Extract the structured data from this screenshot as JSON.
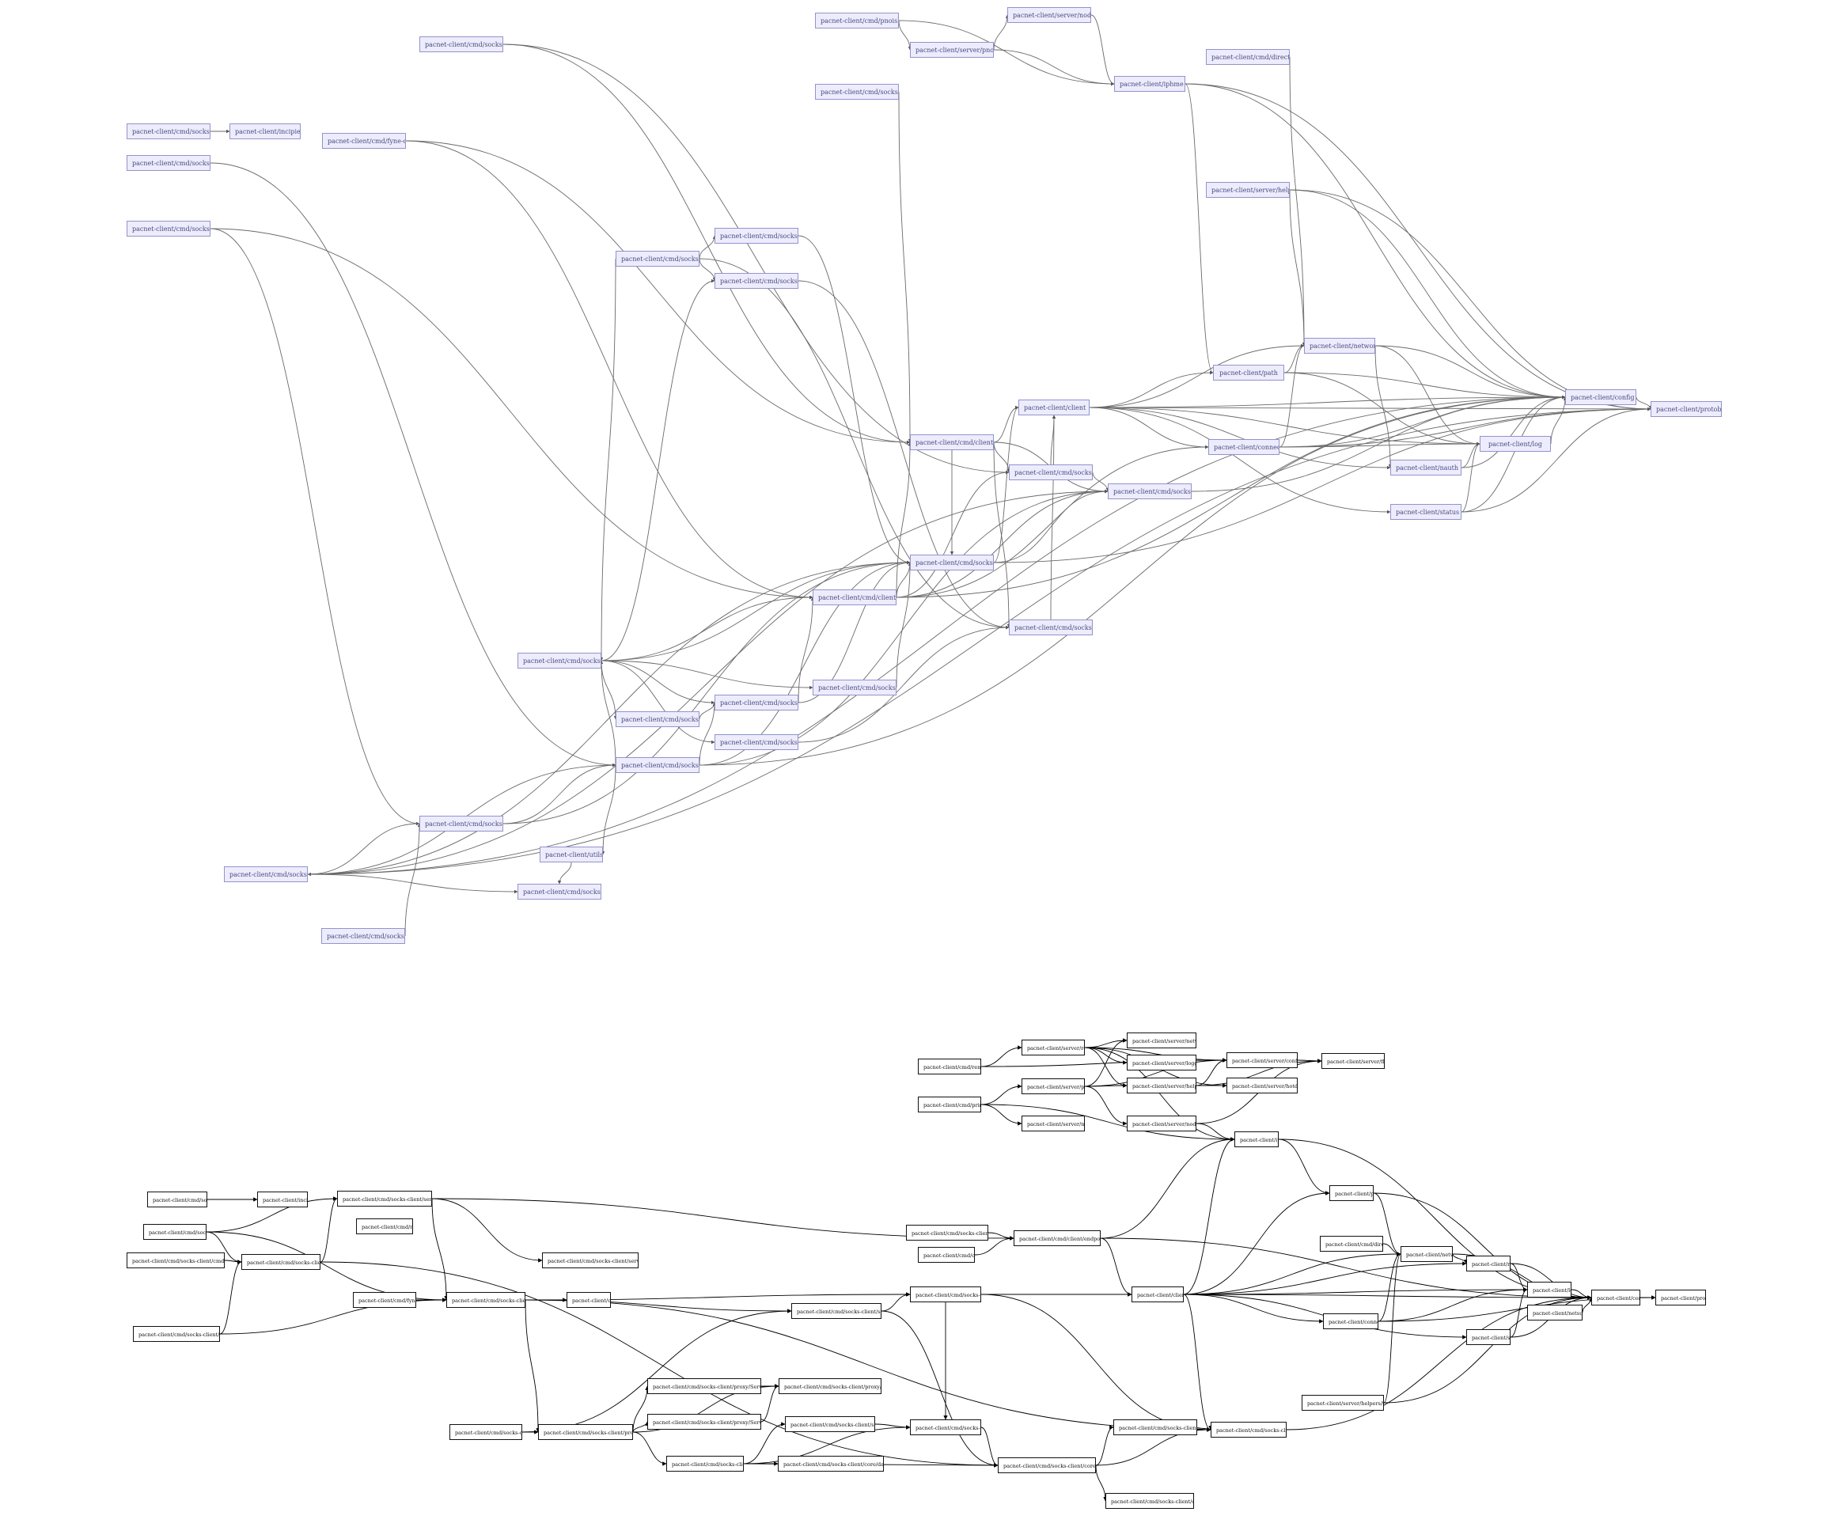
{
  "top_graph": {
    "nodes": [
      {
        "id": "t1",
        "label": "pacnet-client/cmd/socks-c"
      },
      {
        "id": "t2",
        "label": "pacnet-client/cmd/pnoisle"
      },
      {
        "id": "t3",
        "label": "pacnet-client/server/node"
      },
      {
        "id": "t4",
        "label": "pacnet-client/server/pnois"
      },
      {
        "id": "t5",
        "label": "pacnet-client/cmd/socks-c"
      },
      {
        "id": "t6",
        "label": "pacnet-client/iphme"
      },
      {
        "id": "t7",
        "label": "pacnet-client/cmd/directns"
      },
      {
        "id": "t8",
        "label": "pacnet-client/cmd/socksbe"
      },
      {
        "id": "t9",
        "label": "pacnet-client/incipient"
      },
      {
        "id": "t10",
        "label": "pacnet-client/cmd/fyne-cli"
      },
      {
        "id": "t11",
        "label": "pacnet-client/cmd/socks-c"
      },
      {
        "id": "t12",
        "label": "pacnet-client/cmd/socks-c"
      },
      {
        "id": "t13",
        "label": "pacnet-client/server/helper"
      },
      {
        "id": "t14",
        "label": "pacnet-client/cmd/socks-c"
      },
      {
        "id": "t15",
        "label": "pacnet-client/cmd/socks-c"
      },
      {
        "id": "t16",
        "label": "pacnet-client/cmd/socks-c"
      },
      {
        "id": "t17",
        "label": "pacnet-client/network"
      },
      {
        "id": "t18",
        "label": "pacnet-client/path"
      },
      {
        "id": "t19",
        "label": "pacnet-client/config"
      },
      {
        "id": "t20",
        "label": "pacnet-client/protobuf"
      },
      {
        "id": "t21",
        "label": "pacnet-client/client"
      },
      {
        "id": "t22",
        "label": "pacnet-client/cmd/client/c"
      },
      {
        "id": "t23",
        "label": "pacnet-client/connect"
      },
      {
        "id": "t24",
        "label": "pacnet-client/log"
      },
      {
        "id": "t25",
        "label": "pacnet-client/cmd/socks-c"
      },
      {
        "id": "t26",
        "label": "pacnet-client/nauth"
      },
      {
        "id": "t27",
        "label": "pacnet-client/cmd/socks-c"
      },
      {
        "id": "t28",
        "label": "pacnet-client/status"
      },
      {
        "id": "t29",
        "label": "pacnet-client/cmd/socks-c"
      },
      {
        "id": "t30",
        "label": "pacnet-client/cmd/client/s"
      },
      {
        "id": "t31",
        "label": "pacnet-client/cmd/socks-c"
      },
      {
        "id": "t32",
        "label": "pacnet-client/cmd/socks-c"
      },
      {
        "id": "t33",
        "label": "pacnet-client/cmd/socks-c"
      },
      {
        "id": "t34",
        "label": "pacnet-client/cmd/socks-c"
      },
      {
        "id": "t35",
        "label": "pacnet-client/cmd/socks-c"
      },
      {
        "id": "t36",
        "label": "pacnet-client/cmd/socks-c"
      },
      {
        "id": "t37",
        "label": "pacnet-client/cmd/socks-c"
      },
      {
        "id": "t38",
        "label": "pacnet-client/utils"
      },
      {
        "id": "t39",
        "label": "pacnet-client/cmd/socks-c"
      },
      {
        "id": "t40",
        "label": "pacnet-client/cmd/socks-c"
      },
      {
        "id": "t41",
        "label": "pacnet-client/cmd/socks-c"
      },
      {
        "id": "t42",
        "label": "pacnet-client/cmd/socks-c"
      }
    ],
    "edges": [
      [
        "t8",
        "t9"
      ],
      [
        "t2",
        "t4"
      ],
      [
        "t2",
        "t6"
      ],
      [
        "t4",
        "t3"
      ],
      [
        "t4",
        "t6"
      ],
      [
        "t3",
        "t6"
      ],
      [
        "t1",
        "t22"
      ],
      [
        "t1",
        "t25"
      ],
      [
        "t5",
        "t22"
      ],
      [
        "t10",
        "t22"
      ],
      [
        "t10",
        "t30"
      ],
      [
        "t11",
        "t37"
      ],
      [
        "t12",
        "t39"
      ],
      [
        "t12",
        "t30"
      ],
      [
        "t14",
        "t15"
      ],
      [
        "t14",
        "t16"
      ],
      [
        "t14",
        "t32"
      ],
      [
        "t14",
        "t29"
      ],
      [
        "t16",
        "t29"
      ],
      [
        "t13",
        "t17"
      ],
      [
        "t13",
        "t19"
      ],
      [
        "t13",
        "t20"
      ],
      [
        "t6",
        "t18"
      ],
      [
        "t6",
        "t19"
      ],
      [
        "t6",
        "t20"
      ],
      [
        "t7",
        "t17"
      ],
      [
        "t18",
        "t17"
      ],
      [
        "t18",
        "t19"
      ],
      [
        "t18",
        "t24"
      ],
      [
        "t17",
        "t19"
      ],
      [
        "t17",
        "t26"
      ],
      [
        "t17",
        "t24"
      ],
      [
        "t21",
        "t17"
      ],
      [
        "t21",
        "t18"
      ],
      [
        "t21",
        "t23"
      ],
      [
        "t21",
        "t19"
      ],
      [
        "t21",
        "t24"
      ],
      [
        "t21",
        "t26"
      ],
      [
        "t21",
        "t28"
      ],
      [
        "t21",
        "t20"
      ],
      [
        "t23",
        "t17"
      ],
      [
        "t23",
        "t19"
      ],
      [
        "t23",
        "t24"
      ],
      [
        "t23",
        "t20"
      ],
      [
        "t26",
        "t24"
      ],
      [
        "t26",
        "t19"
      ],
      [
        "t28",
        "t24"
      ],
      [
        "t28",
        "t19"
      ],
      [
        "t28",
        "t20"
      ],
      [
        "t24",
        "t19"
      ],
      [
        "t19",
        "t20"
      ],
      [
        "t22",
        "t21"
      ],
      [
        "t22",
        "t25"
      ],
      [
        "t22",
        "t29"
      ],
      [
        "t22",
        "t31"
      ],
      [
        "t22",
        "t27"
      ],
      [
        "t25",
        "t21"
      ],
      [
        "t25",
        "t27"
      ],
      [
        "t30",
        "t22"
      ],
      [
        "t30",
        "t25"
      ],
      [
        "t30",
        "t27"
      ],
      [
        "t30",
        "t31"
      ],
      [
        "t30",
        "t23"
      ],
      [
        "t30",
        "t19"
      ],
      [
        "t31",
        "t21"
      ],
      [
        "t31",
        "t27"
      ],
      [
        "t32",
        "t30"
      ],
      [
        "t32",
        "t33"
      ],
      [
        "t32",
        "t34"
      ],
      [
        "t32",
        "t35"
      ],
      [
        "t32",
        "t36"
      ],
      [
        "t32",
        "t31"
      ],
      [
        "t32",
        "t16"
      ],
      [
        "t33",
        "t34"
      ],
      [
        "t34",
        "t30"
      ],
      [
        "t34",
        "t31"
      ],
      [
        "t35",
        "t31"
      ],
      [
        "t36",
        "t29"
      ],
      [
        "t37",
        "t32"
      ],
      [
        "t37",
        "t38"
      ],
      [
        "t37",
        "t34"
      ],
      [
        "t37",
        "t31"
      ],
      [
        "t37",
        "t27"
      ],
      [
        "t37",
        "t19"
      ],
      [
        "t38",
        "t40"
      ],
      [
        "t39",
        "t41"
      ],
      [
        "t39",
        "t37"
      ],
      [
        "t39",
        "t31"
      ],
      [
        "t41",
        "t37"
      ],
      [
        "t41",
        "t40"
      ],
      [
        "t41",
        "t31"
      ],
      [
        "t41",
        "t27"
      ],
      [
        "t41",
        "t19"
      ],
      [
        "t41",
        "t20"
      ],
      [
        "t42",
        "t39"
      ],
      [
        "t31",
        "t20"
      ],
      [
        "t27",
        "t19"
      ],
      [
        "t29",
        "t21"
      ],
      [
        "t15",
        "t31"
      ]
    ]
  },
  "bottom_graph": {
    "nodes": [
      {
        "id": "b1",
        "label": "pacnet-client/server/remote"
      },
      {
        "id": "b2",
        "label": "pacnet-client/server/netwatcher"
      },
      {
        "id": "b3",
        "label": "pacnet-client/cmd/remote"
      },
      {
        "id": "b4",
        "label": "pacnet-client/server/logger"
      },
      {
        "id": "b5",
        "label": "pacnet-client/server/config"
      },
      {
        "id": "b6",
        "label": "pacnet-client/server/flags"
      },
      {
        "id": "b7",
        "label": "pacnet-client/server/printer"
      },
      {
        "id": "b8",
        "label": "pacnet-client/server/helpers"
      },
      {
        "id": "b9",
        "label": "pacnet-client/server/hotdata"
      },
      {
        "id": "b10",
        "label": "pacnet-client/cmd/printer"
      },
      {
        "id": "b11",
        "label": "pacnet-client/server/netstats"
      },
      {
        "id": "b12",
        "label": "pacnet-client/server/node"
      },
      {
        "id": "b13",
        "label": "pacnet-client/iphme"
      },
      {
        "id": "b14",
        "label": "pacnet-client/cmd/socksfbe"
      },
      {
        "id": "b15",
        "label": "pacnet-client/incipient"
      },
      {
        "id": "b16",
        "label": "pacnet-client/cmd/socks-client/serverHandler"
      },
      {
        "id": "b17",
        "label": "pacnet-client/cmd/restrest"
      },
      {
        "id": "b18",
        "label": "pacnet-client/cmd/socks-client"
      },
      {
        "id": "b19",
        "label": "pacnet-client/cmd/socks-client/cmd/auth_client"
      },
      {
        "id": "b20",
        "label": "pacnet-client/cmd/socks-client/server"
      },
      {
        "id": "b21",
        "label": "pacnet-client/cmd/socks-client/server/config"
      },
      {
        "id": "b22",
        "label": "pacnet-client/path"
      },
      {
        "id": "b23",
        "label": "pacnet-client/cmd/socks-client/crypto"
      },
      {
        "id": "b24",
        "label": "pacnet-client/cmd/client/endpoint"
      },
      {
        "id": "b25",
        "label": "pacnet-client/cmd/client"
      },
      {
        "id": "b26",
        "label": "pacnet-client/cmd/directns"
      },
      {
        "id": "b27",
        "label": "pacnet-client/network"
      },
      {
        "id": "b28",
        "label": "pacnet-client/nauth"
      },
      {
        "id": "b29",
        "label": "pacnet-client/cmd/socks-client/users"
      },
      {
        "id": "b30",
        "label": "pacnet-client/cmd/fyne-client"
      },
      {
        "id": "b31",
        "label": "pacnet-client/cmd/socks-client/proxy"
      },
      {
        "id": "b32",
        "label": "pacnet-client/utils"
      },
      {
        "id": "b33",
        "label": "pacnet-client/cmd/socks-client/socks"
      },
      {
        "id": "b34",
        "label": "pacnet-client/client"
      },
      {
        "id": "b35",
        "label": "pacnet-client/log"
      },
      {
        "id": "b36",
        "label": "pacnet-client/config"
      },
      {
        "id": "b37",
        "label": "pacnet-client/protobuf"
      },
      {
        "id": "b38",
        "label": "pacnet-client/cmd/socks-client/socks-client/client"
      },
      {
        "id": "b39",
        "label": "pacnet-client/connect"
      },
      {
        "id": "b40",
        "label": "pacnet-client/status"
      },
      {
        "id": "b41",
        "label": "pacnet-client/netsupport"
      },
      {
        "id": "b42",
        "label": "pacnet-client/cmd/socks-client/proxy/ServiceAuthenAuth"
      },
      {
        "id": "b43",
        "label": "pacnet-client/cmd/socks-client/proxy/ServiceProxy"
      },
      {
        "id": "b44",
        "label": "pacnet-client/server/helpers/topology"
      },
      {
        "id": "b45",
        "label": "pacnet-client/cmd/socks-client/proxy/ServiceAuthenProxy"
      },
      {
        "id": "b46",
        "label": "pacnet-client/cmd/socks-client/cmd/gui"
      },
      {
        "id": "b47",
        "label": "pacnet-client/cmd/socks-client/proxy/Service"
      },
      {
        "id": "b48",
        "label": "pacnet-client/cmd/socks-client/socks/http"
      },
      {
        "id": "b49",
        "label": "pacnet-client/cmd/socks-client/utils"
      },
      {
        "id": "b50",
        "label": "pacnet-client/cmd/socks-client/socks/logger"
      },
      {
        "id": "b51",
        "label": "pacnet-client/cmd/socks-client/config"
      },
      {
        "id": "b52",
        "label": "pacnet-client/cmd/socks-client/core"
      },
      {
        "id": "b53",
        "label": "pacnet-client/cmd/socks-client/core/dataframe"
      },
      {
        "id": "b54",
        "label": "pacnet-client/cmd/socks-client/core/transport"
      },
      {
        "id": "b55",
        "label": "pacnet-client/cmd/socks-client/core/utils"
      }
    ],
    "edges": [
      [
        "b3",
        "b1"
      ],
      [
        "b3",
        "b5"
      ],
      [
        "b1",
        "b2"
      ],
      [
        "b1",
        "b4"
      ],
      [
        "b1",
        "b8"
      ],
      [
        "b1",
        "b5"
      ],
      [
        "b1",
        "b9"
      ],
      [
        "b1",
        "b13"
      ],
      [
        "b10",
        "b7"
      ],
      [
        "b10",
        "b11"
      ],
      [
        "b10",
        "b13"
      ],
      [
        "b7",
        "b8"
      ],
      [
        "b7",
        "b12"
      ],
      [
        "b7",
        "b5"
      ],
      [
        "b7",
        "b2"
      ],
      [
        "b8",
        "b5"
      ],
      [
        "b8",
        "b9"
      ],
      [
        "b8",
        "b6"
      ],
      [
        "b12",
        "b13"
      ],
      [
        "b12",
        "b6"
      ],
      [
        "b5",
        "b6"
      ],
      [
        "b13",
        "b22"
      ],
      [
        "b13",
        "b36"
      ],
      [
        "b14",
        "b15"
      ],
      [
        "b16",
        "b31"
      ],
      [
        "b16",
        "b21"
      ],
      [
        "b16",
        "b24"
      ],
      [
        "b18",
        "b16"
      ],
      [
        "b18",
        "b20"
      ],
      [
        "b18",
        "b31"
      ],
      [
        "b19",
        "b20"
      ],
      [
        "b20",
        "b16"
      ],
      [
        "b20",
        "b54"
      ],
      [
        "b23",
        "b24"
      ],
      [
        "b24",
        "b13"
      ],
      [
        "b24",
        "b34"
      ],
      [
        "b24",
        "b36"
      ],
      [
        "b25",
        "b24"
      ],
      [
        "b26",
        "b27"
      ],
      [
        "b29",
        "b20"
      ],
      [
        "b29",
        "b31"
      ],
      [
        "b30",
        "b31"
      ],
      [
        "b31",
        "b32"
      ],
      [
        "b31",
        "b33"
      ],
      [
        "b31",
        "b38"
      ],
      [
        "b31",
        "b47"
      ],
      [
        "b31",
        "b51"
      ],
      [
        "b33",
        "b34"
      ],
      [
        "b33",
        "b49"
      ],
      [
        "b33",
        "b51"
      ],
      [
        "b34",
        "b22"
      ],
      [
        "b34",
        "b27"
      ],
      [
        "b34",
        "b39"
      ],
      [
        "b34",
        "b28"
      ],
      [
        "b34",
        "b40"
      ],
      [
        "b34",
        "b35"
      ],
      [
        "b34",
        "b36"
      ],
      [
        "b34",
        "b51"
      ],
      [
        "b34",
        "b13"
      ],
      [
        "b22",
        "b27"
      ],
      [
        "b22",
        "b36"
      ],
      [
        "b27",
        "b28"
      ],
      [
        "b27",
        "b36"
      ],
      [
        "b28",
        "b35"
      ],
      [
        "b28",
        "b36"
      ],
      [
        "b35",
        "b36"
      ],
      [
        "b36",
        "b37"
      ],
      [
        "b39",
        "b27"
      ],
      [
        "b39",
        "b35"
      ],
      [
        "b39",
        "b37"
      ],
      [
        "b40",
        "b35"
      ],
      [
        "b40",
        "b36"
      ],
      [
        "b41",
        "b36"
      ],
      [
        "b44",
        "b27"
      ],
      [
        "b44",
        "b36"
      ],
      [
        "b38",
        "b33"
      ],
      [
        "b38",
        "b54"
      ],
      [
        "b46",
        "b47"
      ],
      [
        "b46",
        "b38"
      ],
      [
        "b47",
        "b42"
      ],
      [
        "b47",
        "b45"
      ],
      [
        "b47",
        "b52"
      ],
      [
        "b47",
        "b43"
      ],
      [
        "b42",
        "b43"
      ],
      [
        "b45",
        "b43"
      ],
      [
        "b52",
        "b48"
      ],
      [
        "b52",
        "b53"
      ],
      [
        "b52",
        "b49"
      ],
      [
        "b52",
        "b54"
      ],
      [
        "b48",
        "b49"
      ],
      [
        "b49",
        "b54"
      ],
      [
        "b54",
        "b50"
      ],
      [
        "b54",
        "b51"
      ],
      [
        "b54",
        "b55"
      ],
      [
        "b50",
        "b51"
      ],
      [
        "b51",
        "b36"
      ]
    ]
  }
}
